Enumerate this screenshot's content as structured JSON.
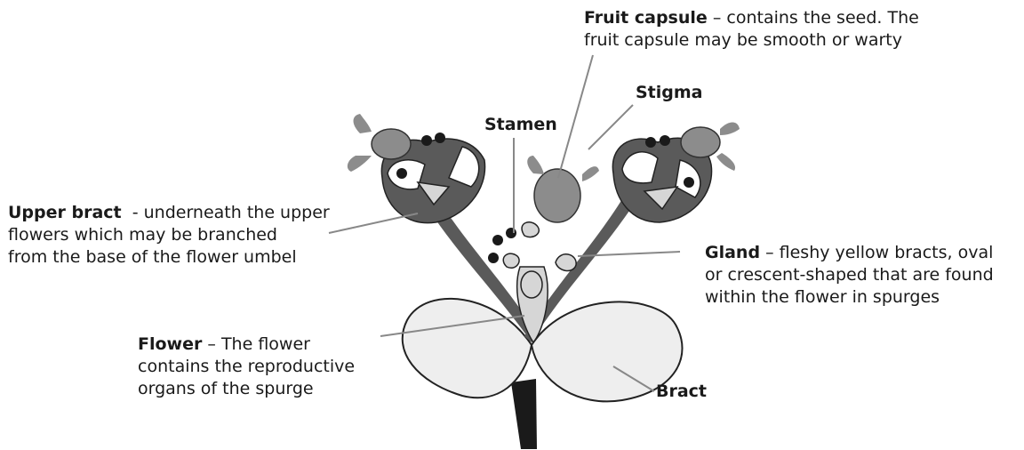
{
  "labels": {
    "fruit_capsule": {
      "title": "Fruit capsule",
      "desc_line1": " – contains the seed. The",
      "desc_line2": "fruit capsule may be smooth or warty"
    },
    "stigma": {
      "title": "Stigma"
    },
    "stamen": {
      "title": "Stamen"
    },
    "upper_bract": {
      "title": "Upper bract",
      "desc_line1": "  - underneath the upper",
      "desc_line2": "flowers which may be branched",
      "desc_line3": "from the base of the flower umbel"
    },
    "gland": {
      "title": "Gland",
      "desc_line1": " – fleshy yellow bracts, oval",
      "desc_line2": "or crescent-shaped that are found",
      "desc_line3": "within the flower in spurges"
    },
    "flower": {
      "title": "Flower",
      "desc_line1": " – The flower",
      "desc_line2": "contains the reproductive",
      "desc_line3": "organs of the spurge"
    },
    "bract": {
      "title": "Bract"
    }
  },
  "colors": {
    "stem": "#1a1a1a",
    "dark_grey": "#5a5a5a",
    "mid_grey": "#8c8c8c",
    "light_grey": "#d6d6d6",
    "bract_fill": "#eeeeee",
    "leader_line": "#888888"
  }
}
